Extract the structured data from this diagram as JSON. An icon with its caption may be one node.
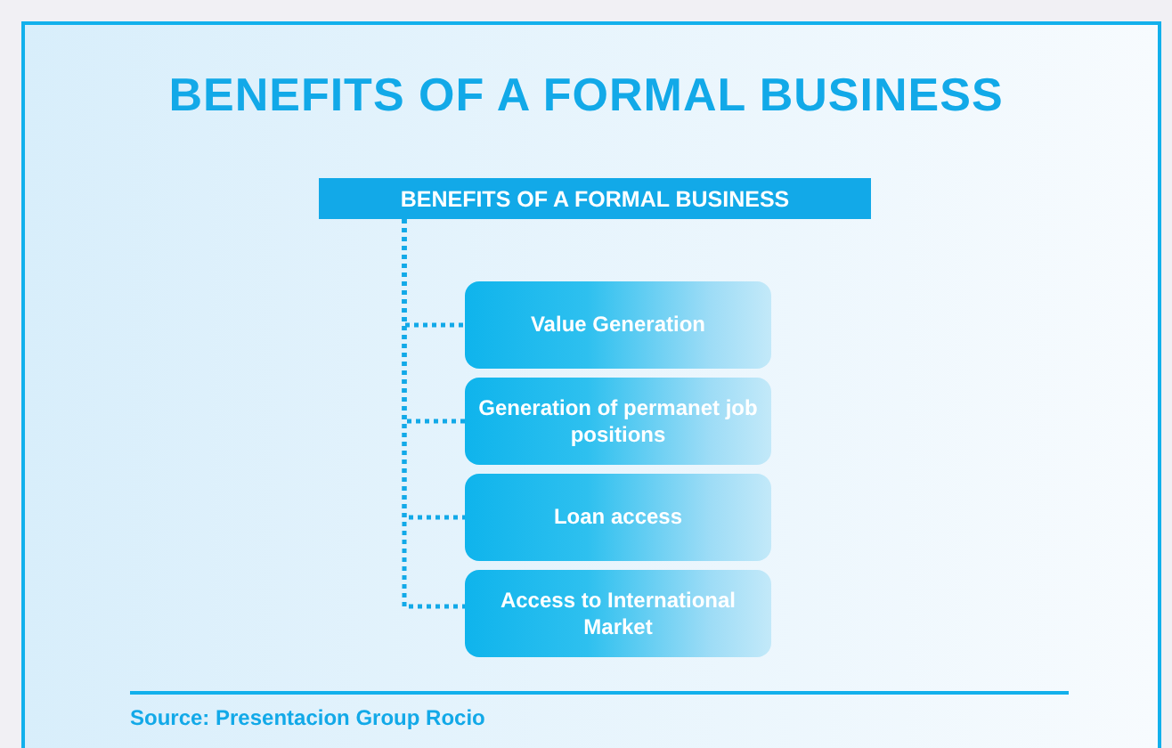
{
  "diagram": {
    "title": "BENEFITS OF A FORMAL BUSINESS",
    "nodes": [
      {
        "text": [
          "BENEFITS OF A FORMAL BUSINESS"
        ]
      },
      {
        "text": [
          "Value Generation"
        ]
      },
      {
        "text": [
          "Generation of permanet job positions"
        ]
      },
      {
        "text": [
          "Loan access"
        ]
      },
      {
        "text": [
          "Access to International Market"
        ]
      }
    ],
    "edges": [
      {
        "from": 0,
        "to": 1,
        "arrow": "none",
        "style": "dashed"
      },
      {
        "from": 0,
        "to": 2,
        "arrow": "none",
        "style": "dashed"
      },
      {
        "from": 0,
        "to": 3,
        "arrow": "none",
        "style": "dashed"
      },
      {
        "from": 0,
        "to": 4,
        "arrow": "none",
        "style": "dashed"
      }
    ],
    "caption": "Source: Presentacion Group Rocio"
  }
}
